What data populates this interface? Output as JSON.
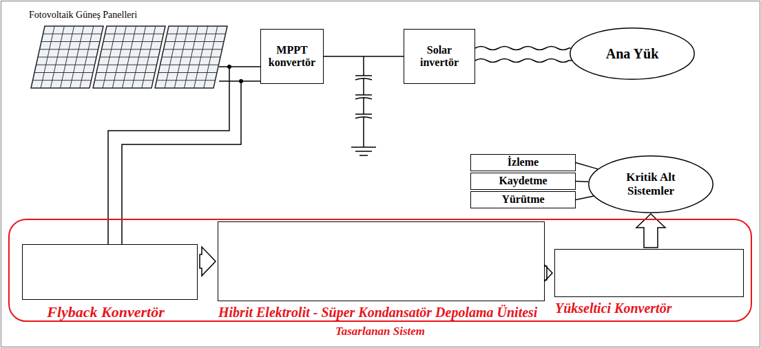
{
  "diagram": {
    "nodes": [
      {
        "text": [
          "Fotovoltaik Güneş Panelleri"
        ]
      },
      {
        "text": [
          "MPPT konvertör"
        ]
      },
      {
        "text": [
          "Solar invertör"
        ]
      },
      {
        "text": [
          "Ana Yük"
        ]
      },
      {
        "text": [
          "İzleme"
        ]
      },
      {
        "text": [
          "Kaydetme"
        ]
      },
      {
        "text": [
          "Yürütme"
        ]
      },
      {
        "text": [
          "Kritik Alt Sistemler"
        ]
      },
      {
        "text": [
          "Tasarlanan Sistem"
        ]
      },
      {
        "text": [
          "Flyback Konvertör"
        ],
        "in": 8
      },
      {
        "text": [
          "Hibrit Elektrolit - Süper Kondansatör Depolama Ünitesi"
        ],
        "in": 8
      },
      {
        "text": [
          "Yükseltici Konvertör"
        ],
        "in": 8
      }
    ],
    "edges": [
      {
        "from": 0,
        "to": 1,
        "arrow": "none"
      },
      {
        "from": 1,
        "to": 2,
        "arrow": "none"
      },
      {
        "from": 2,
        "to": 3,
        "arrow": "none"
      },
      {
        "from": 0,
        "to": 9,
        "arrow": "none"
      },
      {
        "from": 9,
        "to": 10,
        "arrow": "to"
      },
      {
        "from": 10,
        "to": 11,
        "arrow": "to"
      },
      {
        "from": 11,
        "to": 7,
        "arrow": "to"
      },
      {
        "from": 4,
        "to": 7,
        "arrow": "none"
      },
      {
        "from": 5,
        "to": 7,
        "arrow": "none"
      },
      {
        "from": 6,
        "to": 7,
        "arrow": "none"
      }
    ]
  }
}
